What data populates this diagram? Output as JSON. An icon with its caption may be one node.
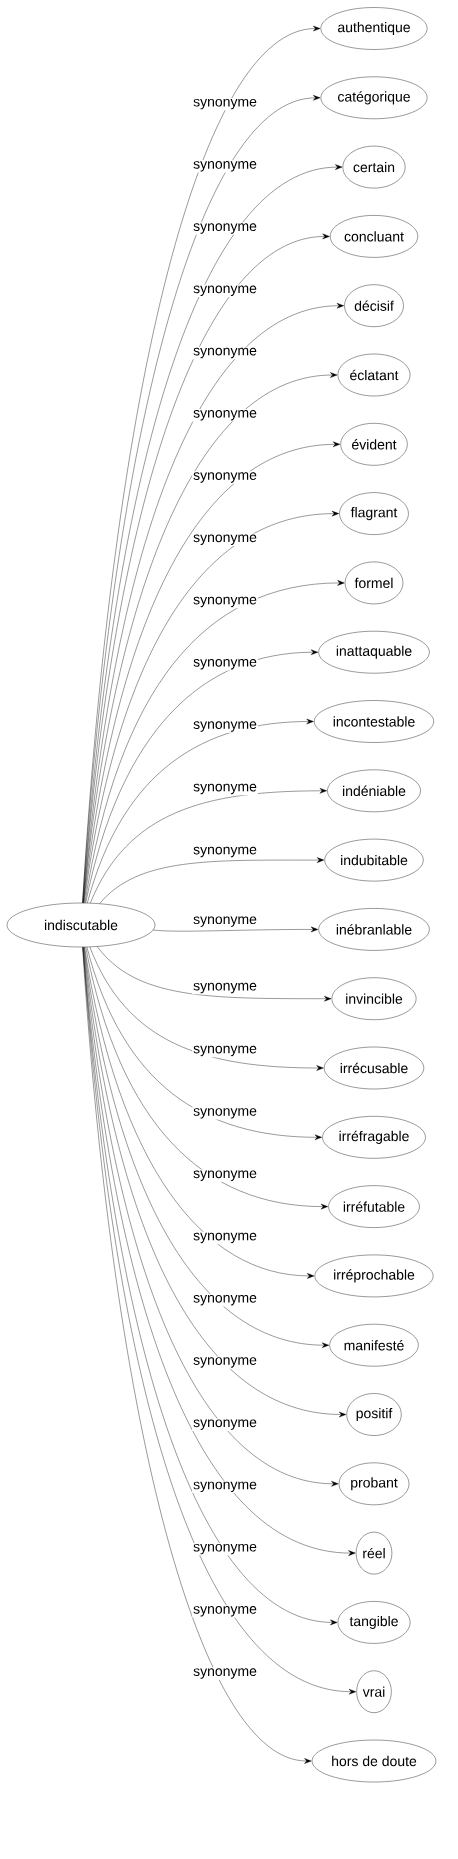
{
  "diagram": {
    "nodes": [
      {
        "text": [
          "indiscutable"
        ]
      },
      {
        "text": [
          "authentique"
        ]
      },
      {
        "text": [
          "catégorique"
        ]
      },
      {
        "text": [
          "certain"
        ]
      },
      {
        "text": [
          "concluant"
        ]
      },
      {
        "text": [
          "décisif"
        ]
      },
      {
        "text": [
          "éclatant"
        ]
      },
      {
        "text": [
          "évident"
        ]
      },
      {
        "text": [
          "flagrant"
        ]
      },
      {
        "text": [
          "formel"
        ]
      },
      {
        "text": [
          "inattaquable"
        ]
      },
      {
        "text": [
          "incontestable"
        ]
      },
      {
        "text": [
          "indéniable"
        ]
      },
      {
        "text": [
          "indubitable"
        ]
      },
      {
        "text": [
          "inébranlable"
        ]
      },
      {
        "text": [
          "invincible"
        ]
      },
      {
        "text": [
          "irrécusable"
        ]
      },
      {
        "text": [
          "irréfragable"
        ]
      },
      {
        "text": [
          "irréfutable"
        ]
      },
      {
        "text": [
          "irréprochable"
        ]
      },
      {
        "text": [
          "manifesté"
        ]
      },
      {
        "text": [
          "positif"
        ]
      },
      {
        "text": [
          "probant"
        ]
      },
      {
        "text": [
          "réel"
        ]
      },
      {
        "text": [
          "tangible"
        ]
      },
      {
        "text": [
          "vrai"
        ]
      },
      {
        "text": [
          "hors de doute"
        ]
      }
    ],
    "edges": [
      {
        "from": 0,
        "to": 1,
        "arrow": "to",
        "label": "synonyme"
      },
      {
        "from": 0,
        "to": 2,
        "arrow": "to",
        "label": "synonyme"
      },
      {
        "from": 0,
        "to": 3,
        "arrow": "to",
        "label": "synonyme"
      },
      {
        "from": 0,
        "to": 4,
        "arrow": "to",
        "label": "synonyme"
      },
      {
        "from": 0,
        "to": 5,
        "arrow": "to",
        "label": "synonyme"
      },
      {
        "from": 0,
        "to": 6,
        "arrow": "to",
        "label": "synonyme"
      },
      {
        "from": 0,
        "to": 7,
        "arrow": "to",
        "label": "synonyme"
      },
      {
        "from": 0,
        "to": 8,
        "arrow": "to",
        "label": "synonyme"
      },
      {
        "from": 0,
        "to": 9,
        "arrow": "to",
        "label": "synonyme"
      },
      {
        "from": 0,
        "to": 10,
        "arrow": "to",
        "label": "synonyme"
      },
      {
        "from": 0,
        "to": 11,
        "arrow": "to",
        "label": "synonyme"
      },
      {
        "from": 0,
        "to": 12,
        "arrow": "to",
        "label": "synonyme"
      },
      {
        "from": 0,
        "to": 13,
        "arrow": "to",
        "label": "synonyme"
      },
      {
        "from": 0,
        "to": 14,
        "arrow": "to",
        "label": "synonyme"
      },
      {
        "from": 0,
        "to": 15,
        "arrow": "to",
        "label": "synonyme"
      },
      {
        "from": 0,
        "to": 16,
        "arrow": "to",
        "label": "synonyme"
      },
      {
        "from": 0,
        "to": 17,
        "arrow": "to",
        "label": "synonyme"
      },
      {
        "from": 0,
        "to": 18,
        "arrow": "to",
        "label": "synonyme"
      },
      {
        "from": 0,
        "to": 19,
        "arrow": "to",
        "label": "synonyme"
      },
      {
        "from": 0,
        "to": 20,
        "arrow": "to",
        "label": "synonyme"
      },
      {
        "from": 0,
        "to": 21,
        "arrow": "to",
        "label": "synonyme"
      },
      {
        "from": 0,
        "to": 22,
        "arrow": "to",
        "label": "synonyme"
      },
      {
        "from": 0,
        "to": 23,
        "arrow": "to",
        "label": "synonyme"
      },
      {
        "from": 0,
        "to": 24,
        "arrow": "to",
        "label": "synonyme"
      },
      {
        "from": 0,
        "to": 25,
        "arrow": "to",
        "label": "synonyme"
      },
      {
        "from": 0,
        "to": 26,
        "arrow": "to",
        "label": "synonyme"
      }
    ]
  }
}
